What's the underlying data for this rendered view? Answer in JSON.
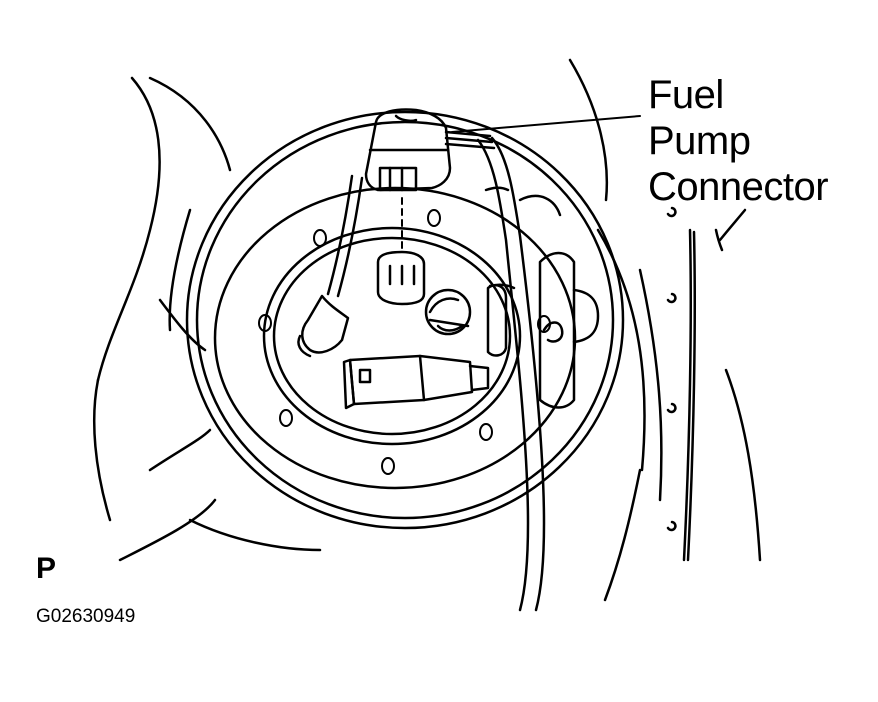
{
  "diagram": {
    "callout": {
      "line1": "Fuel",
      "line2": "Pump",
      "line3": "Connector"
    },
    "view_letter": "P",
    "figure_id": "G02630949"
  }
}
